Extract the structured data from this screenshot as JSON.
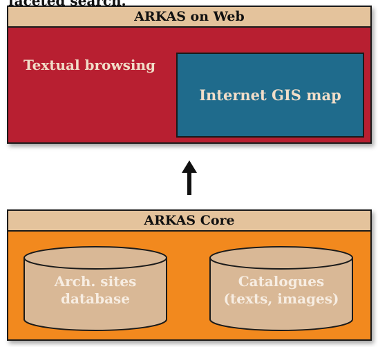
{
  "top_cut_text": "faceted search.",
  "web_panel": {
    "title": "ARKAS on Web",
    "textual_label": "Textual browsing",
    "gis_label": "Internet GIS map",
    "color": "#b81f31"
  },
  "core_panel": {
    "title": "ARKAS Core",
    "color": "#f2891e",
    "cylinders": [
      {
        "line1": "Arch. sites",
        "line2": "database"
      },
      {
        "line1": "Catalogues",
        "line2": "(texts, images)"
      }
    ]
  },
  "colors": {
    "header": "#e4c39c",
    "gis_box": "#1f6b8c",
    "cylinder": "#d9b896"
  }
}
